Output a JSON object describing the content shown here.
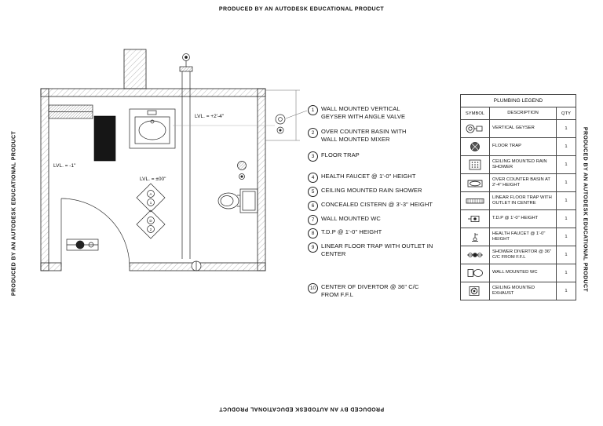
{
  "border": {
    "text": "PRODUCED BY AN AUTODESK EDUCATIONAL PRODUCT"
  },
  "plan": {
    "level_labels": [
      "LVL. = +2'-4\"",
      "LVL. = -1\"",
      "LVL. = ±00\""
    ],
    "diamond_labels": [
      "A",
      "1",
      "D",
      "2"
    ]
  },
  "annotations": [
    {
      "num": "1",
      "text": "WALL MOUNTED VERTICAL GEYSER WITH ANGLE VALVE"
    },
    {
      "num": "2",
      "text": "OVER COUNTER BASIN WITH WALL MOUNTED MIXER"
    },
    {
      "num": "3",
      "text": "FLOOR TRAP"
    },
    {
      "num": "4",
      "text": "HEALTH FAUCET @ 1'-0\" HEIGHT"
    },
    {
      "num": "5",
      "text": "CEILING MOUNTED RAIN SHOWER"
    },
    {
      "num": "6",
      "text": "CONCEALED CISTERN @ 3'-3\" HEIGHT"
    },
    {
      "num": "7",
      "text": "WALL MOUNTED WC"
    },
    {
      "num": "8",
      "text": "T.D.P @ 1'-0\" HEIGHT"
    },
    {
      "num": "9",
      "text": "LINEAR FLOOR TRAP WITH OUTLET IN CENTER"
    },
    {
      "num": "10",
      "text": "CENTER OF DIVERTOR @ 36\" C/C FROM F.F.L"
    }
  ],
  "legend": {
    "title": "PLUMBING LEGEND",
    "headers": {
      "symbol": "SYMBOL",
      "description": "DESCRIPTION",
      "qty": "QTY"
    },
    "rows": [
      {
        "symbol": "vertical-geyser-symbol",
        "description": "VERTICAL GEYSER",
        "qty": "1"
      },
      {
        "symbol": "floor-trap-symbol",
        "description": "FLOOR TRAP",
        "qty": "1"
      },
      {
        "symbol": "ceiling-rain-shower-symbol",
        "description": "CEILING MOUNTED RAIN SHOWER",
        "qty": "1"
      },
      {
        "symbol": "over-counter-basin-symbol",
        "description": "OVER COUNTER BASIN AT 2'-4\" HEIGHT",
        "qty": "1"
      },
      {
        "symbol": "linear-floor-trap-symbol",
        "description": "LINEAR FLOOR TRAP WITH OUTLET IN CENTRE",
        "qty": "1"
      },
      {
        "symbol": "tdp-symbol",
        "description": "T.D.P @ 1'-0\" HEIGHT",
        "qty": "1"
      },
      {
        "symbol": "health-faucet-symbol",
        "description": "HEALTH FAUCET @ 1'-0\" HEIGHT",
        "qty": "1"
      },
      {
        "symbol": "shower-divertor-symbol",
        "description": "SHOWER DIVERTOR @ 36\" C/C FROM F.F.L",
        "qty": "1"
      },
      {
        "symbol": "wall-mounted-wc-symbol",
        "description": "WALL MOUNTED WC",
        "qty": "1"
      },
      {
        "symbol": "ceiling-exhaust-symbol",
        "description": "CEILING MOUNTED EXHAUST",
        "qty": "1"
      }
    ]
  }
}
